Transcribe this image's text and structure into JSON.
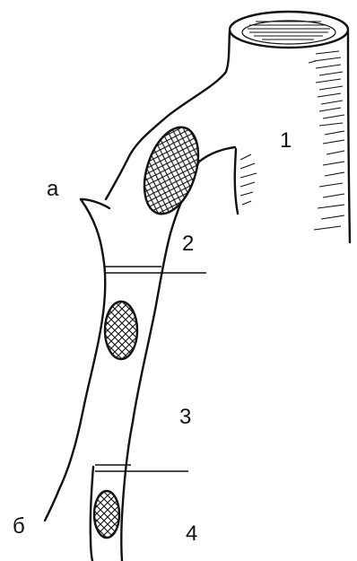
{
  "labels": {
    "vessel": "1",
    "segment_2": "2",
    "segment_3": "3",
    "segment_4": "4",
    "branch_a": "а",
    "branch_b": "б"
  },
  "colors": {
    "ink": "#111111",
    "background": "#ffffff"
  }
}
